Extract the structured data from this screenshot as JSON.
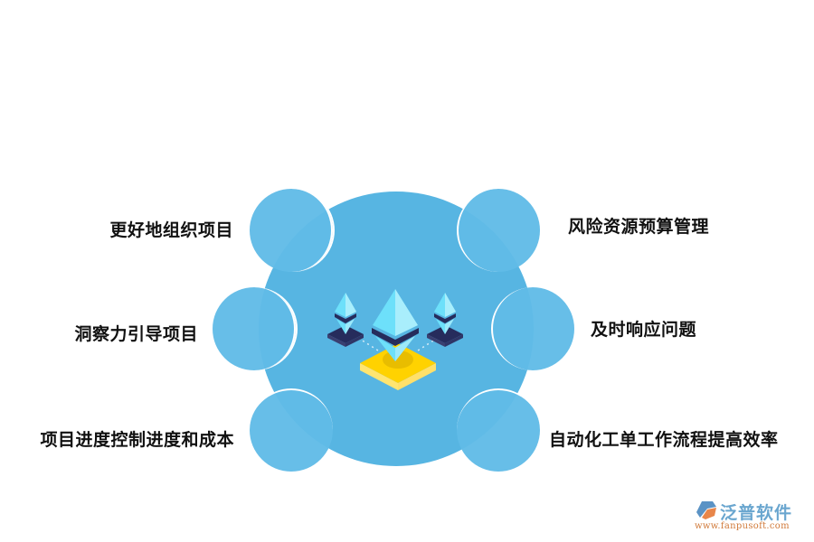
{
  "diagram": {
    "center_icon": "ethereum-crystals-on-platform-icon",
    "colors": {
      "main_circle": "#57b5e2",
      "node_circle": "#61bbe7",
      "node_stroke": "#ffffff",
      "crystal_light": "#6de0fa",
      "crystal_dark": "#262c5c",
      "platform_yellow": "#ffd200",
      "text": "#111111"
    },
    "nodes": [
      {
        "position": "top-left",
        "label": "更好地组织项目"
      },
      {
        "position": "middle-left",
        "label": "洞察力引导项目"
      },
      {
        "position": "bottom-left",
        "label": "项目进度控制进度和成本"
      },
      {
        "position": "top-right",
        "label": "风险资源预算管理"
      },
      {
        "position": "middle-right",
        "label": "及时响应问题"
      },
      {
        "position": "bottom-right",
        "label": "自动化工单工作流程提高效率"
      }
    ]
  },
  "watermark": {
    "brand": "泛普软件",
    "url": "www.fanpusoft.com",
    "icon": "fanpu-logo-icon"
  }
}
